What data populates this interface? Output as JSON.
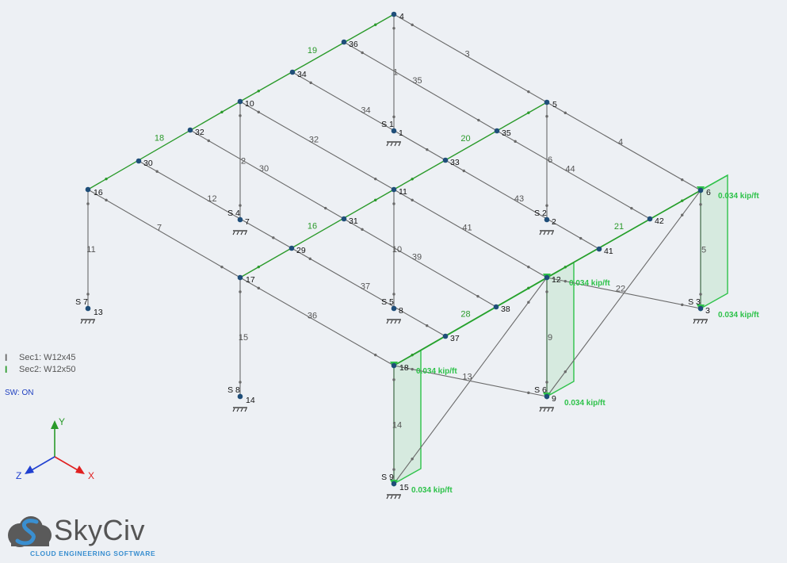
{
  "legend": {
    "items": [
      {
        "symbol": "I",
        "label": "Sec1: W12x45",
        "color": "#666666"
      },
      {
        "symbol": "I",
        "label": "Sec2: W12x50",
        "color": "#2a9a2a"
      }
    ]
  },
  "self_weight": "SW: ON",
  "axes": {
    "x": "X",
    "y": "Y",
    "z": "Z",
    "colors": {
      "x": "#e02020",
      "y": "#2a9a2a",
      "z": "#2040d0"
    }
  },
  "logo": {
    "name": "SkyCiv",
    "tagline": "CLOUD ENGINEERING SOFTWARE"
  },
  "colors": {
    "member": "#6a6a6a",
    "member_sec2": "#2a9a2a",
    "node": "#1f4e79",
    "load": "#2ec24a"
  },
  "model": {
    "nodes": [
      {
        "id": "1",
        "label": "1",
        "support": "S 1"
      },
      {
        "id": "2",
        "label": "2",
        "support": "S 2"
      },
      {
        "id": "3",
        "label": "3",
        "support": "S 3"
      },
      {
        "id": "4",
        "label": "4"
      },
      {
        "id": "5",
        "label": "5"
      },
      {
        "id": "6",
        "label": "6"
      },
      {
        "id": "7",
        "label": "7",
        "support": "S 4"
      },
      {
        "id": "8",
        "label": "8",
        "support": "S 5"
      },
      {
        "id": "9",
        "label": "9",
        "support": "S 6"
      },
      {
        "id": "10",
        "label": "10"
      },
      {
        "id": "11",
        "label": "11"
      },
      {
        "id": "12",
        "label": "12"
      },
      {
        "id": "13",
        "label": "13",
        "support": "S 7"
      },
      {
        "id": "14",
        "label": "14",
        "support": "S 8"
      },
      {
        "id": "15",
        "label": "15",
        "support": "S 9"
      },
      {
        "id": "16",
        "label": "16"
      },
      {
        "id": "17",
        "label": "17"
      },
      {
        "id": "18",
        "label": "18"
      },
      {
        "id": "29",
        "label": "29"
      },
      {
        "id": "30",
        "label": "30"
      },
      {
        "id": "31",
        "label": "31"
      },
      {
        "id": "32",
        "label": "32"
      },
      {
        "id": "33",
        "label": "33"
      },
      {
        "id": "34",
        "label": "34"
      },
      {
        "id": "35",
        "label": "35"
      },
      {
        "id": "36",
        "label": "36"
      },
      {
        "id": "37",
        "label": "37"
      },
      {
        "id": "38",
        "label": "38"
      },
      {
        "id": "41",
        "label": "41"
      },
      {
        "id": "42",
        "label": "42"
      }
    ],
    "members": [
      {
        "label": "1",
        "a": "4",
        "b": "1"
      },
      {
        "label": "3",
        "a": "4",
        "b": "5"
      },
      {
        "label": "4",
        "a": "5",
        "b": "6"
      },
      {
        "label": "6",
        "a": "5",
        "b": "2"
      },
      {
        "label": "5",
        "a": "6",
        "b": "3"
      },
      {
        "label": "2",
        "a": "10",
        "b": "7"
      },
      {
        "label": "10",
        "a": "11",
        "b": "8"
      },
      {
        "label": "9",
        "a": "12",
        "b": "9"
      },
      {
        "label": "11",
        "a": "16",
        "b": "13"
      },
      {
        "label": "15",
        "a": "17",
        "b": "14"
      },
      {
        "label": "14",
        "a": "18",
        "b": "15"
      },
      {
        "label": "7",
        "a": "16",
        "b": "17"
      },
      {
        "label": "36",
        "a": "17",
        "b": "18"
      },
      {
        "label": "12",
        "a": "30",
        "b": "29"
      },
      {
        "label": "37",
        "a": "29",
        "b": "37"
      },
      {
        "label": "30",
        "a": "32",
        "b": "31"
      },
      {
        "label": "39",
        "a": "31",
        "b": "38"
      },
      {
        "label": "32",
        "a": "10",
        "b": "11"
      },
      {
        "label": "41",
        "a": "11",
        "b": "12"
      },
      {
        "label": "34",
        "a": "34",
        "b": "33"
      },
      {
        "label": "43",
        "a": "33",
        "b": "41"
      },
      {
        "label": "35",
        "a": "36",
        "b": "35"
      },
      {
        "label": "44",
        "a": "35",
        "b": "42"
      },
      {
        "label": "13",
        "a": "18",
        "b": "9"
      },
      {
        "label": "22",
        "a": "12",
        "b": "3"
      },
      {
        "label": "",
        "a": "12",
        "b": "15"
      },
      {
        "label": "",
        "a": "6",
        "b": "9"
      },
      {
        "label": "19",
        "a": "4",
        "b": "10",
        "sec2": true
      },
      {
        "label": "18",
        "a": "10",
        "b": "16",
        "sec2": true
      },
      {
        "label": "20",
        "a": "5",
        "b": "11",
        "sec2": true
      },
      {
        "label": "16",
        "a": "11",
        "b": "17",
        "sec2": true
      },
      {
        "label": "21",
        "a": "6",
        "b": "12",
        "sec2": true
      },
      {
        "label": "28",
        "a": "12",
        "b": "18",
        "sec2": true
      }
    ],
    "loads": [
      {
        "label": "0.034 kip/ft",
        "at": "6",
        "kind": "top"
      },
      {
        "label": "0.034 kip/ft",
        "at": "3",
        "kind": "bottom"
      },
      {
        "label": "0.034 kip/ft",
        "at": "12",
        "kind": "top"
      },
      {
        "label": "0.034 kip/ft",
        "at": "9",
        "kind": "bottom"
      },
      {
        "label": "0.034 kip/ft",
        "at": "18",
        "kind": "top"
      },
      {
        "label": "0.034 kip/ft",
        "at": "15",
        "kind": "bottom"
      }
    ]
  }
}
